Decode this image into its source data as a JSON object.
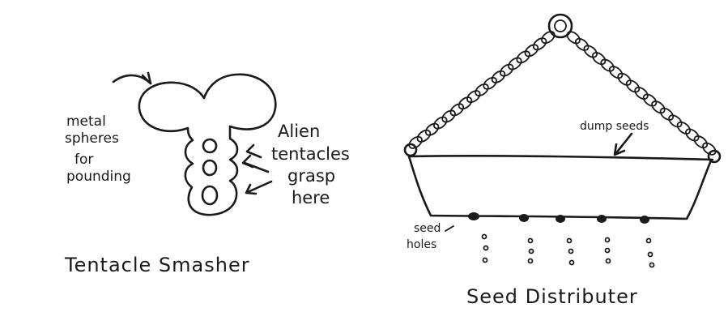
{
  "colors": {
    "ink": "#1a1a1a",
    "paper": "#ffffff"
  },
  "smasher": {
    "caption": "Tentacle Smasher",
    "spheres_label": [
      "metal",
      "spheres",
      "for",
      "pounding"
    ],
    "grasp_label": [
      "Alien",
      "tentacles",
      "grasp",
      "here"
    ]
  },
  "distributor": {
    "caption": "Seed Distributer",
    "dump_label": "dump seeds",
    "holes_label": [
      "seed",
      "holes"
    ]
  }
}
